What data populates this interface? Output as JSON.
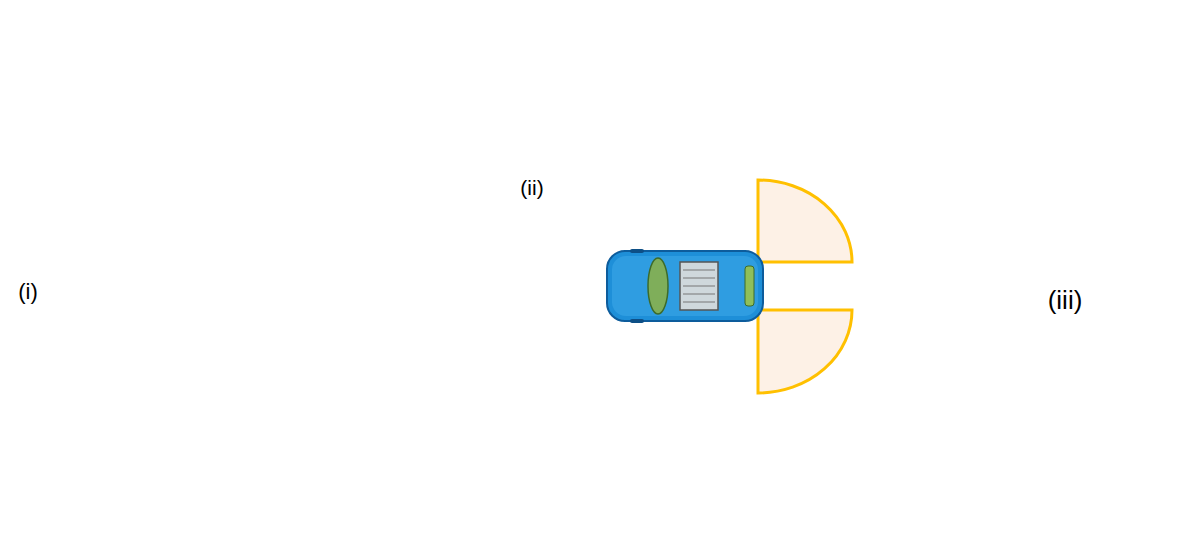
{
  "diagram": {
    "nodes": [
      {
        "text": [
          "(i)"
        ]
      },
      {
        "text": [
          "(ii)"
        ]
      },
      {
        "text": [
          "(iii)"
        ]
      }
    ]
  }
}
